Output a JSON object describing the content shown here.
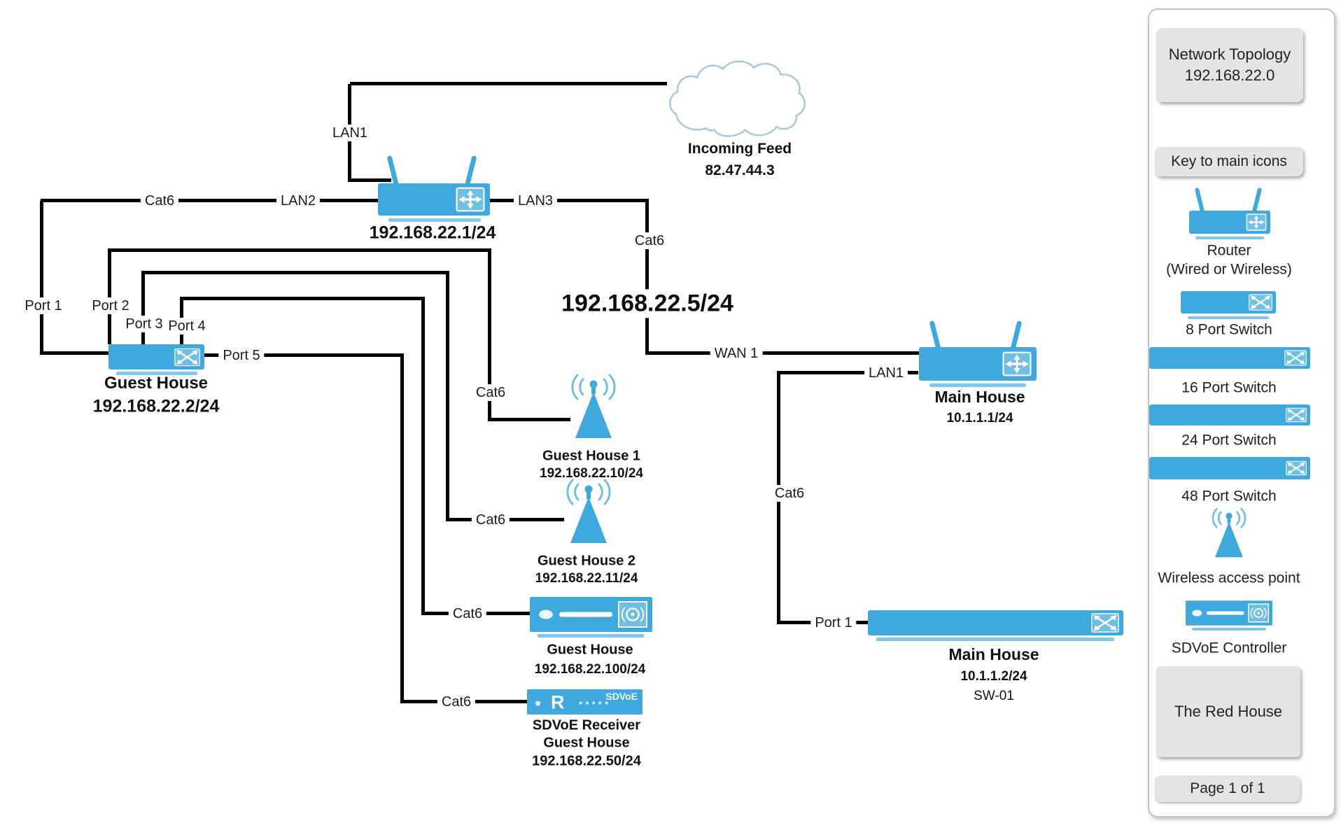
{
  "diagram": {
    "net_label": "192.168.22.5/24",
    "cloud": {
      "name": "Incoming Feed",
      "ip": "82.47.44.3"
    },
    "router": {
      "ip": "192.168.22.1/24"
    },
    "guest_switch": {
      "name": "Guest House",
      "ip": "192.168.22.2/24"
    },
    "ap1": {
      "name": "Guest House 1",
      "ip": "192.168.22.10/24"
    },
    "ap2": {
      "name": "Guest House 2",
      "ip": "192.168.22.11/24"
    },
    "controller": {
      "name": "Guest House",
      "ip": "192.168.22.100/24"
    },
    "receiver": {
      "name": "SDVoE Receiver",
      "location": "Guest House",
      "ip": "192.168.22.50/24",
      "letter": "R",
      "dots": "•••••",
      "badge": "SDVoE"
    },
    "main_router": {
      "name": "Main House",
      "ip": "10.1.1.1/24"
    },
    "main_switch": {
      "name": "Main House",
      "ip": "10.1.1.2/24",
      "hostname": "SW-01"
    },
    "links": {
      "lan1": "LAN1",
      "lan2": "LAN2",
      "lan3": "LAN3",
      "cat6_left": "Cat6",
      "cat6_feed": "Cat6",
      "cat6_gh1": "Cat6",
      "cat6_gh2": "Cat6",
      "cat6_ctrl": "Cat6",
      "cat6_rx": "Cat6",
      "cat6_main": "Cat6",
      "port1": "Port 1",
      "port2": "Port 2",
      "port3": "Port 3",
      "port4": "Port 4",
      "port5": "Port 5",
      "wan1": "WAN 1",
      "main_lan1": "LAN1",
      "main_port1": "Port 1"
    }
  },
  "legend": {
    "title_line1": "Network Topology",
    "title_line2": "192.168.22.0",
    "key_header": "Key to main icons",
    "items": {
      "router1": "Router",
      "router2": "(Wired or Wireless)",
      "sw8": "8 Port Switch",
      "sw16": "16 Port Switch",
      "sw24": "24 Port Switch",
      "sw48": "48 Port Switch",
      "wap": "Wireless access point",
      "sdvoe": "SDVoE Controller"
    },
    "footer_box": "The Red House",
    "page": "Page 1 of 1"
  },
  "icons": {
    "cloud-icon": "internet cloud",
    "router-icon": "wireless router",
    "switch-icon": "ethernet switch",
    "crossed-arrows-icon": "switching fabric X",
    "routing-icon": "four-way routing arrows",
    "access-point-icon": "wireless access point",
    "sdvoe-controller-icon": "SDVoE controller",
    "sdvoe-receiver-icon": "SDVoE receiver"
  },
  "colors": {
    "device_blue": "#3fa8dc",
    "line": "#000000",
    "legend_grey": "#e4e4e4"
  }
}
